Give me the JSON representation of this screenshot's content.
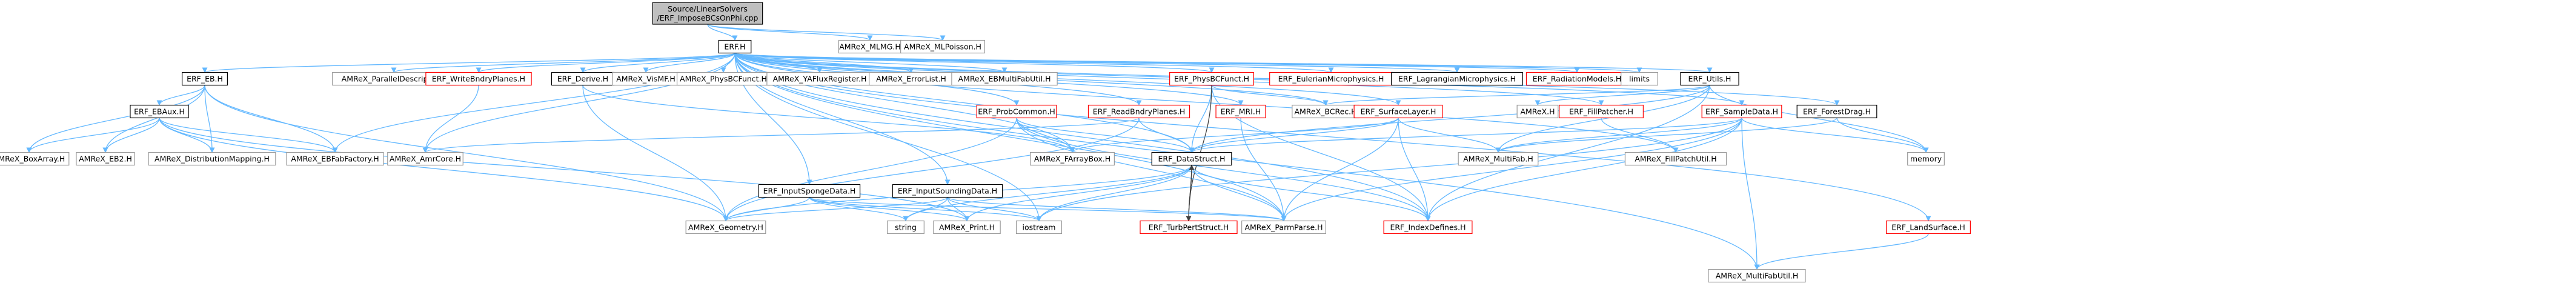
{
  "colors": {
    "background": "#ffffff",
    "edge": "#63b8ff",
    "edge_dark": "#404040",
    "box_default": "#999999",
    "box_linked": "#000000",
    "box_missing": "#ff0000",
    "root_fill": "#bfbfbf"
  },
  "nodes": [
    {
      "id": "root",
      "lines": [
        "Source/LinearSolvers",
        "/ERF_ImposeBCsOnPhi.cpp"
      ],
      "style": "root"
    },
    {
      "id": "erf_h",
      "lines": [
        "ERF.H"
      ],
      "style": "linked"
    },
    {
      "id": "mlmg",
      "lines": [
        "AMReX_MLMG.H"
      ],
      "style": "default"
    },
    {
      "id": "mlpoisson",
      "lines": [
        "AMReX_MLPoisson.H"
      ],
      "style": "default"
    },
    {
      "id": "erf_eb",
      "lines": [
        "ERF_EB.H"
      ],
      "style": "linked"
    },
    {
      "id": "paralleldesc",
      "lines": [
        "AMReX_ParallelDescriptor.H"
      ],
      "style": "default"
    },
    {
      "id": "writebndry",
      "lines": [
        "ERF_WriteBndryPlanes.H"
      ],
      "style": "missing"
    },
    {
      "id": "derive",
      "lines": [
        "ERF_Derive.H"
      ],
      "style": "linked"
    },
    {
      "id": "visMF",
      "lines": [
        "AMReX_VisMF.H"
      ],
      "style": "default"
    },
    {
      "id": "physbcfunct_amrex",
      "lines": [
        "AMReX_PhysBCFunct.H"
      ],
      "style": "default"
    },
    {
      "id": "yafluxreg",
      "lines": [
        "AMReX_YAFluxRegister.H"
      ],
      "style": "default"
    },
    {
      "id": "errorlist",
      "lines": [
        "AMReX_ErrorList.H"
      ],
      "style": "default"
    },
    {
      "id": "ebmultifab",
      "lines": [
        "AMReX_EBMultiFabUtil.H"
      ],
      "style": "default"
    },
    {
      "id": "physbcfunct_erf",
      "lines": [
        "ERF_PhysBCFunct.H"
      ],
      "style": "missing"
    },
    {
      "id": "eulerian",
      "lines": [
        "ERF_EulerianMicrophysics.H"
      ],
      "style": "missing"
    },
    {
      "id": "lagrangian",
      "lines": [
        "ERF_LagrangianMicrophysics.H"
      ],
      "style": "linked"
    },
    {
      "id": "radiation",
      "lines": [
        "ERF_RadiationModels.H"
      ],
      "style": "missing"
    },
    {
      "id": "limits",
      "lines": [
        "limits"
      ],
      "style": "default"
    },
    {
      "id": "erf_utils",
      "lines": [
        "ERF_Utils.H"
      ],
      "style": "linked"
    },
    {
      "id": "ebaux",
      "lines": [
        "ERF_EBAux.H"
      ],
      "style": "linked"
    },
    {
      "id": "boxarray",
      "lines": [
        "AMReX_BoxArray.H"
      ],
      "style": "default"
    },
    {
      "id": "eb2",
      "lines": [
        "AMReX_EB2.H"
      ],
      "style": "default"
    },
    {
      "id": "distmapping",
      "lines": [
        "AMReX_DistributionMapping.H"
      ],
      "style": "default"
    },
    {
      "id": "ebfabfactory",
      "lines": [
        "AMReX_EBFabFactory.H"
      ],
      "style": "default"
    },
    {
      "id": "amrcore",
      "lines": [
        "AMReX_AmrCore.H"
      ],
      "style": "default"
    },
    {
      "id": "probcommon",
      "lines": [
        "ERF_ProbCommon.H"
      ],
      "style": "missing"
    },
    {
      "id": "readbndry",
      "lines": [
        "ERF_ReadBndryPlanes.H"
      ],
      "style": "missing"
    },
    {
      "id": "mri",
      "lines": [
        "ERF_MRI.H"
      ],
      "style": "missing"
    },
    {
      "id": "bcrec",
      "lines": [
        "AMReX_BCRec.H"
      ],
      "style": "default"
    },
    {
      "id": "surfacelayer",
      "lines": [
        "ERF_SurfaceLayer.H"
      ],
      "style": "missing"
    },
    {
      "id": "amrex_h",
      "lines": [
        "AMReX.H"
      ],
      "style": "default"
    },
    {
      "id": "fillpatcher",
      "lines": [
        "ERF_FillPatcher.H"
      ],
      "style": "missing"
    },
    {
      "id": "sampledata",
      "lines": [
        "ERF_SampleData.H"
      ],
      "style": "missing"
    },
    {
      "id": "forestdrag",
      "lines": [
        "ERF_ForestDrag.H"
      ],
      "style": "linked"
    },
    {
      "id": "fillpatchutil",
      "lines": [
        "AMReX_FillPatchUtil.H"
      ],
      "style": "default"
    },
    {
      "id": "multifab",
      "lines": [
        "AMReX_MultiFab.H"
      ],
      "style": "default"
    },
    {
      "id": "memory",
      "lines": [
        "memory"
      ],
      "style": "default"
    },
    {
      "id": "farraybox",
      "lines": [
        "AMReX_FArrayBox.H"
      ],
      "style": "default"
    },
    {
      "id": "datastruct",
      "lines": [
        "ERF_DataStruct.H"
      ],
      "style": "linked"
    },
    {
      "id": "inputsponge",
      "lines": [
        "ERF_InputSpongeData.H"
      ],
      "style": "linked"
    },
    {
      "id": "inputsounding",
      "lines": [
        "ERF_InputSoundingData.H"
      ],
      "style": "linked"
    },
    {
      "id": "geometry",
      "lines": [
        "AMReX_Geometry.H"
      ],
      "style": "default"
    },
    {
      "id": "string",
      "lines": [
        "string"
      ],
      "style": "default"
    },
    {
      "id": "print",
      "lines": [
        "AMReX_Print.H"
      ],
      "style": "default"
    },
    {
      "id": "iostream",
      "lines": [
        "iostream"
      ],
      "style": "default"
    },
    {
      "id": "turbpert",
      "lines": [
        "ERF_TurbPertStruct.H"
      ],
      "style": "missing"
    },
    {
      "id": "parmparse",
      "lines": [
        "AMReX_ParmParse.H"
      ],
      "style": "default"
    },
    {
      "id": "indexdefines",
      "lines": [
        "ERF_IndexDefines.H"
      ],
      "style": "missing"
    },
    {
      "id": "landsurface",
      "lines": [
        "ERF_LandSurface.H"
      ],
      "style": "missing"
    },
    {
      "id": "multifabutil",
      "lines": [
        "AMReX_MultiFabUtil.H"
      ],
      "style": "default"
    }
  ],
  "edges": [
    [
      "root",
      "erf_h"
    ],
    [
      "root",
      "mlmg"
    ],
    [
      "root",
      "mlpoisson"
    ],
    [
      "erf_h",
      "erf_eb"
    ],
    [
      "erf_h",
      "paralleldesc"
    ],
    [
      "erf_h",
      "writebndry"
    ],
    [
      "erf_h",
      "derive"
    ],
    [
      "erf_h",
      "visMF"
    ],
    [
      "erf_h",
      "physbcfunct_amrex"
    ],
    [
      "erf_h",
      "yafluxreg"
    ],
    [
      "erf_h",
      "errorlist"
    ],
    [
      "erf_h",
      "ebmultifab"
    ],
    [
      "erf_h",
      "physbcfunct_erf"
    ],
    [
      "erf_h",
      "eulerian"
    ],
    [
      "erf_h",
      "lagrangian"
    ],
    [
      "erf_h",
      "radiation"
    ],
    [
      "erf_h",
      "limits"
    ],
    [
      "erf_h",
      "erf_utils"
    ],
    [
      "erf_h",
      "amrcore"
    ],
    [
      "erf_h",
      "ebfabfactory"
    ],
    [
      "erf_h",
      "probcommon"
    ],
    [
      "erf_h",
      "readbndry"
    ],
    [
      "erf_h",
      "mri"
    ],
    [
      "erf_h",
      "bcrec"
    ],
    [
      "erf_h",
      "surfacelayer"
    ],
    [
      "erf_h",
      "fillpatcher"
    ],
    [
      "erf_h",
      "sampledata"
    ],
    [
      "erf_h",
      "forestdrag"
    ],
    [
      "erf_h",
      "fillpatchutil"
    ],
    [
      "erf_h",
      "datastruct"
    ],
    [
      "erf_h",
      "inputsponge"
    ],
    [
      "erf_h",
      "inputsounding"
    ],
    [
      "erf_h",
      "iostream"
    ],
    [
      "erf_h",
      "landsurface"
    ],
    [
      "erf_h",
      "multifabutil"
    ],
    [
      "erf_h",
      "indexdefines"
    ],
    [
      "erf_h",
      "parmparse"
    ],
    [
      "erf_h",
      "farraybox"
    ],
    [
      "erf_eb",
      "ebaux"
    ],
    [
      "erf_eb",
      "boxarray"
    ],
    [
      "erf_eb",
      "eb2"
    ],
    [
      "erf_eb",
      "distmapping"
    ],
    [
      "erf_eb",
      "ebfabfactory"
    ],
    [
      "erf_eb",
      "geometry"
    ],
    [
      "ebaux",
      "boxarray"
    ],
    [
      "ebaux",
      "eb2"
    ],
    [
      "ebaux",
      "distmapping"
    ],
    [
      "ebaux",
      "ebfabfactory"
    ],
    [
      "ebaux",
      "geometry"
    ],
    [
      "ebaux",
      "print"
    ],
    [
      "writebndry",
      "amrcore"
    ],
    [
      "derive",
      "farraybox"
    ],
    [
      "derive",
      "geometry"
    ],
    [
      "physbcfunct_erf",
      "bcrec"
    ],
    [
      "physbcfunct_erf",
      "datastruct"
    ],
    [
      "physbcfunct_erf",
      "indexdefines"
    ],
    [
      "physbcfunct_erf",
      "turbpert"
    ],
    [
      "erf_utils",
      "multifab"
    ],
    [
      "erf_utils",
      "amrex_h"
    ],
    [
      "erf_utils",
      "bcrec"
    ],
    [
      "erf_utils",
      "indexdefines"
    ],
    [
      "erf_utils",
      "datastruct"
    ],
    [
      "erf_utils",
      "memory"
    ],
    [
      "probcommon",
      "datastruct"
    ],
    [
      "probcommon",
      "geometry"
    ],
    [
      "probcommon",
      "farraybox"
    ],
    [
      "probcommon",
      "parmparse"
    ],
    [
      "probcommon",
      "indexdefines"
    ],
    [
      "readbndry",
      "datastruct"
    ],
    [
      "readbndry",
      "geometry"
    ],
    [
      "readbndry",
      "amrcore"
    ],
    [
      "mri",
      "parmparse"
    ],
    [
      "surfacelayer",
      "datastruct"
    ],
    [
      "surfacelayer",
      "multifab"
    ],
    [
      "surfacelayer",
      "parmparse"
    ],
    [
      "surfacelayer",
      "indexdefines"
    ],
    [
      "surfacelayer",
      "farraybox"
    ],
    [
      "fillpatcher",
      "fillpatchutil"
    ],
    [
      "sampledata",
      "multifab"
    ],
    [
      "sampledata",
      "memory"
    ],
    [
      "sampledata",
      "parmparse"
    ],
    [
      "sampledata",
      "indexdefines"
    ],
    [
      "sampledata",
      "multifabutil"
    ],
    [
      "sampledata",
      "datastruct"
    ],
    [
      "sampledata",
      "iostream"
    ],
    [
      "forestdrag",
      "multifab"
    ],
    [
      "forestdrag",
      "memory"
    ],
    [
      "datastruct",
      "geometry"
    ],
    [
      "datastruct",
      "string"
    ],
    [
      "datastruct",
      "print"
    ],
    [
      "datastruct",
      "iostream"
    ],
    [
      "datastruct",
      "parmparse"
    ],
    [
      "datastruct",
      "indexdefines"
    ],
    [
      "datastruct",
      "turbpert"
    ],
    [
      "inputsponge",
      "geometry"
    ],
    [
      "inputsponge",
      "string"
    ],
    [
      "inputsponge",
      "print"
    ],
    [
      "inputsponge",
      "iostream"
    ],
    [
      "inputsponge",
      "parmparse"
    ],
    [
      "inputsounding",
      "geometry"
    ],
    [
      "inputsounding",
      "string"
    ],
    [
      "inputsounding",
      "print"
    ],
    [
      "inputsounding",
      "iostream"
    ],
    [
      "inputsounding",
      "parmparse"
    ],
    [
      "turbpert",
      "datastruct"
    ],
    [
      "landsurface",
      "multifabutil"
    ]
  ]
}
